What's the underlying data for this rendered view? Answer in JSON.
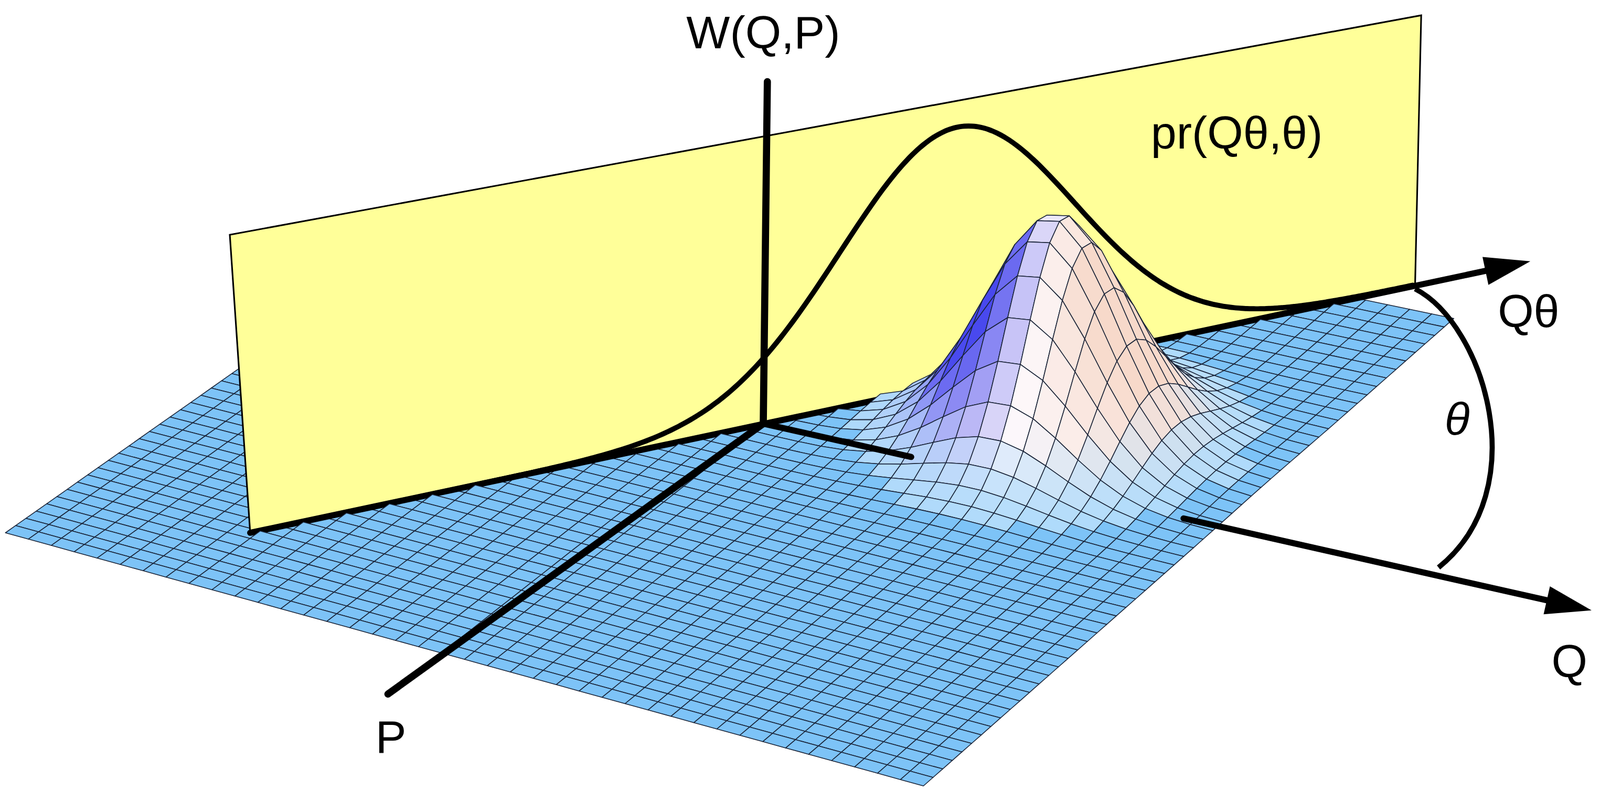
{
  "diagram": {
    "labels": [
      "W(Q,P)",
      "pr(Qθ,θ)",
      "Qθ",
      "θ",
      "Q",
      "P"
    ]
  }
}
